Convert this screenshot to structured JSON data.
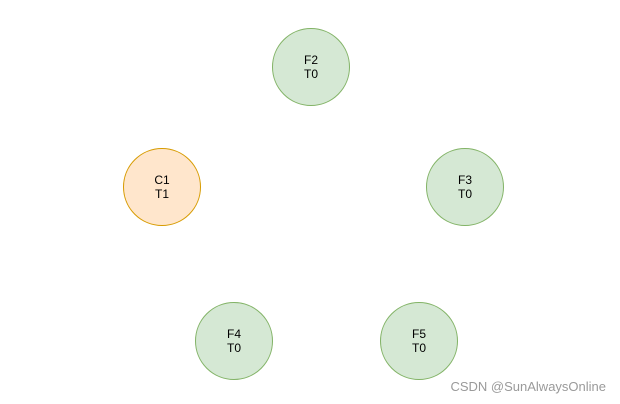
{
  "nodes": [
    {
      "id": "F2",
      "name": "F2",
      "term": "T0",
      "status": "follower",
      "fill": "#d5e8d4",
      "stroke": "#82b366"
    },
    {
      "id": "C1",
      "name": "C1",
      "term": "T1",
      "status": "candidate",
      "fill": "#ffe6cc",
      "stroke": "#d79b00"
    },
    {
      "id": "F3",
      "name": "F3",
      "term": "T0",
      "status": "follower",
      "fill": "#d5e8d4",
      "stroke": "#82b366"
    },
    {
      "id": "F4",
      "name": "F4",
      "term": "T0",
      "status": "follower",
      "fill": "#d5e8d4",
      "stroke": "#82b366"
    },
    {
      "id": "F5",
      "name": "F5",
      "term": "T0",
      "status": "follower",
      "fill": "#d5e8d4",
      "stroke": "#82b366"
    }
  ],
  "watermark": "CSDN @SunAlwaysOnline"
}
